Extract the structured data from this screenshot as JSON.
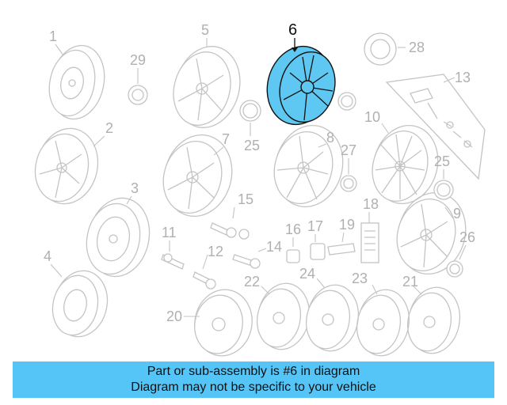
{
  "callouts": {
    "c1": "1",
    "c2": "2",
    "c3": "3",
    "c4": "4",
    "c5": "5",
    "c6": "6",
    "c7": "7",
    "c8": "8",
    "c9": "9",
    "c10": "10",
    "c11": "11",
    "c12": "12",
    "c13": "13",
    "c14": "14",
    "c15": "15",
    "c16": "16",
    "c17": "17",
    "c18": "18",
    "c19": "19",
    "c20": "20",
    "c21": "21",
    "c22": "22",
    "c23": "23",
    "c24": "24",
    "c25a": "25",
    "c25b": "25",
    "c26": "26",
    "c27": "27",
    "c28": "28",
    "c29": "29"
  },
  "highlight": {
    "part": "6",
    "color": "#5ec8f2"
  },
  "banner": {
    "line1": "Part or sub-assembly is #6 in diagram",
    "line2": "Diagram may not be specific to your vehicle",
    "color": "#55c5f7"
  }
}
